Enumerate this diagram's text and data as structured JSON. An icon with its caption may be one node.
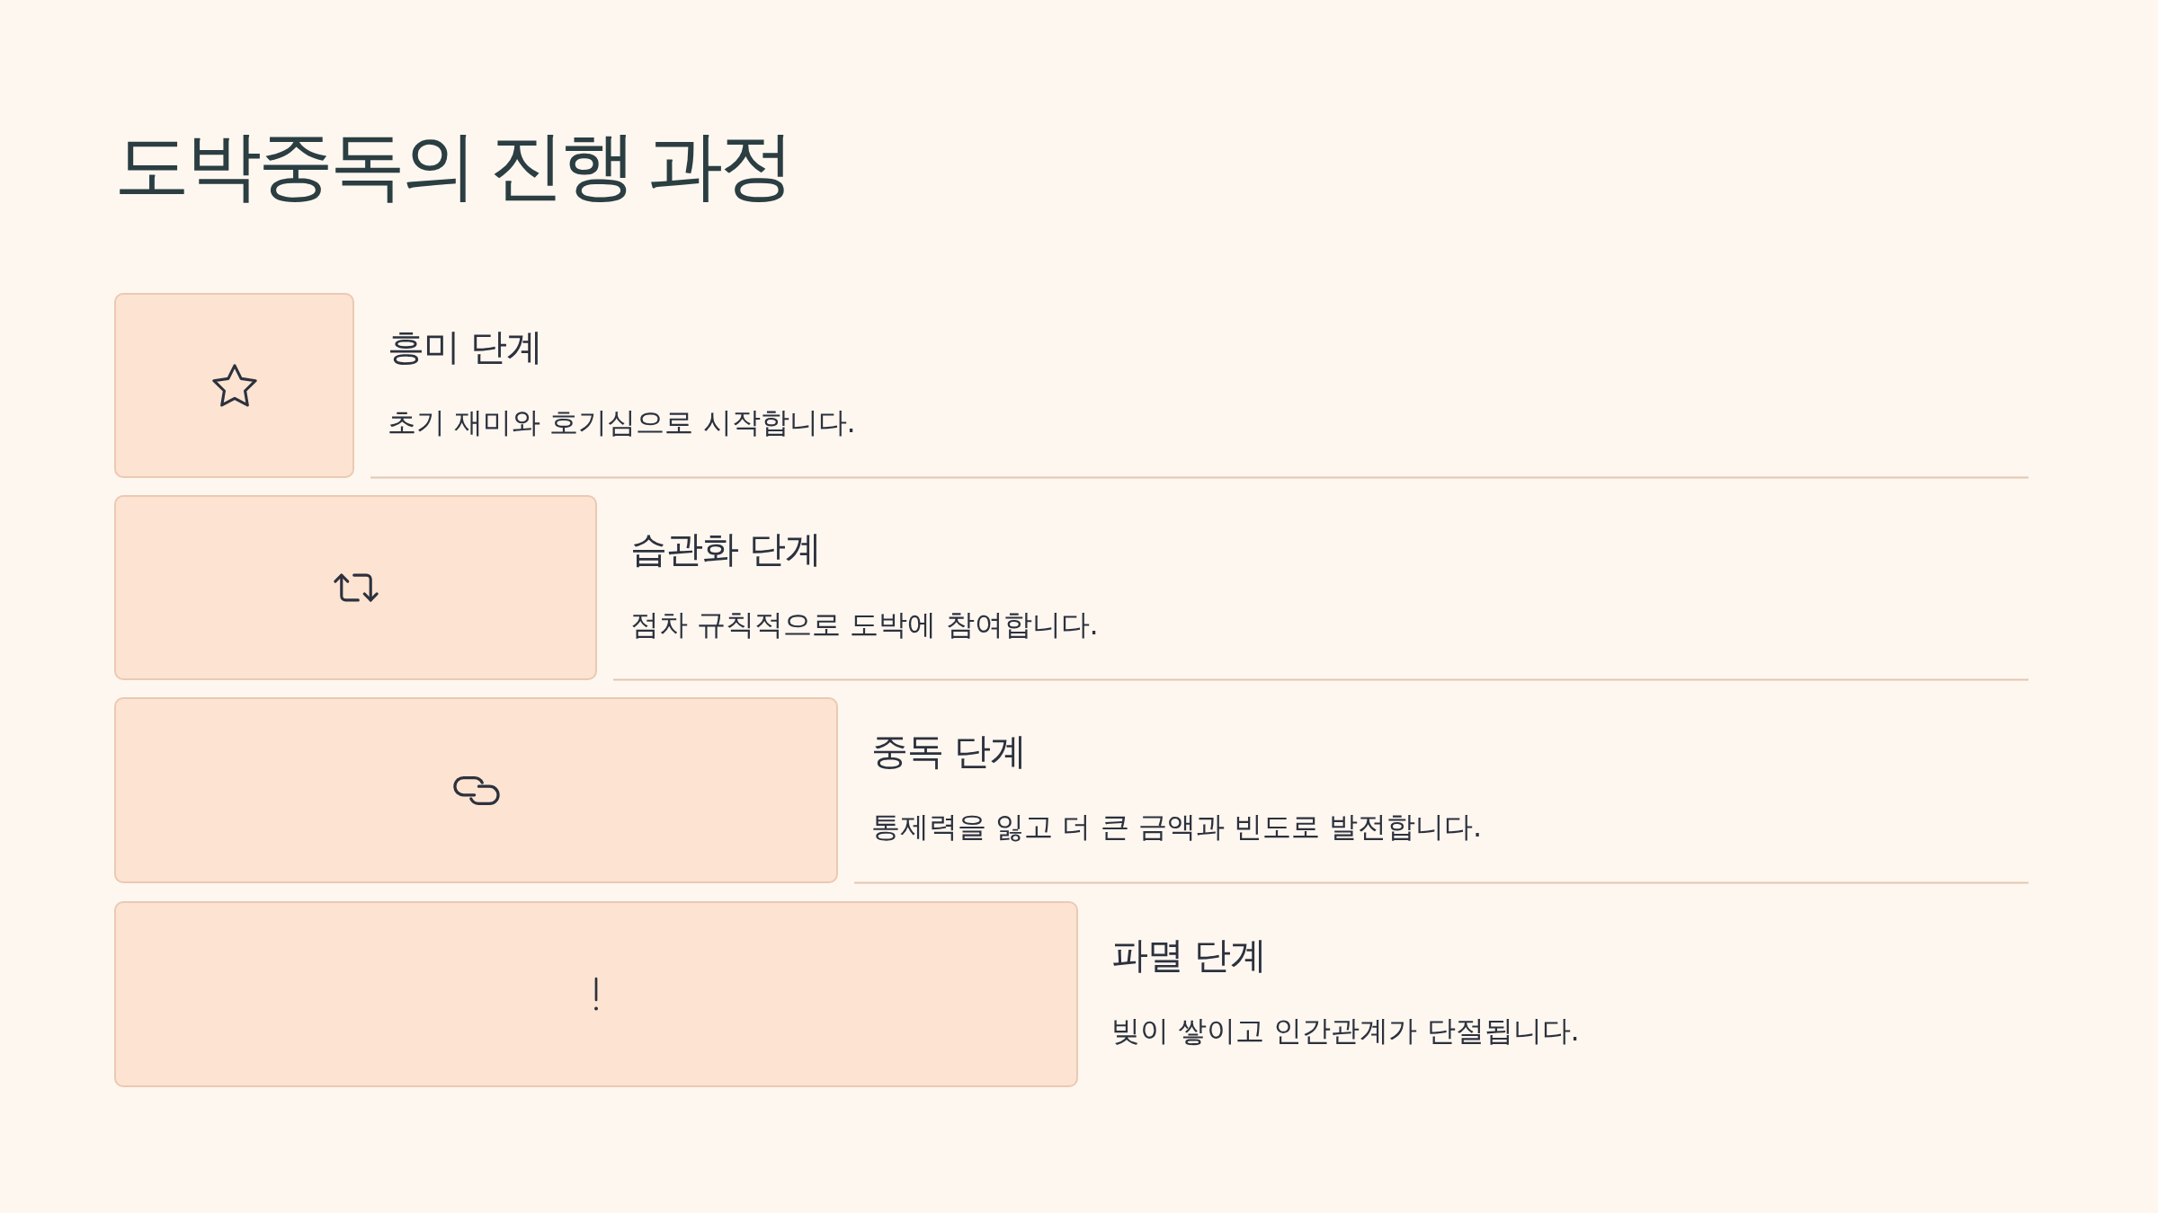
{
  "diagram": {
    "title": "도박중독의 진행 과정",
    "nodes": [
      {
        "text": [
          "흥미 단계",
          "초기 재미와 호기심으로 시작합니다."
        ]
      },
      {
        "text": [
          "습관화 단계",
          "점차 규칙적으로 도박에 참여합니다."
        ]
      },
      {
        "text": [
          "중독 단계",
          "통제력을 잃고 더 큰 금액과 빈도로 발전합니다."
        ]
      },
      {
        "text": [
          "파멸 단계",
          "빚이 쌓이고 인간관계가 단절됩니다."
        ]
      }
    ]
  }
}
